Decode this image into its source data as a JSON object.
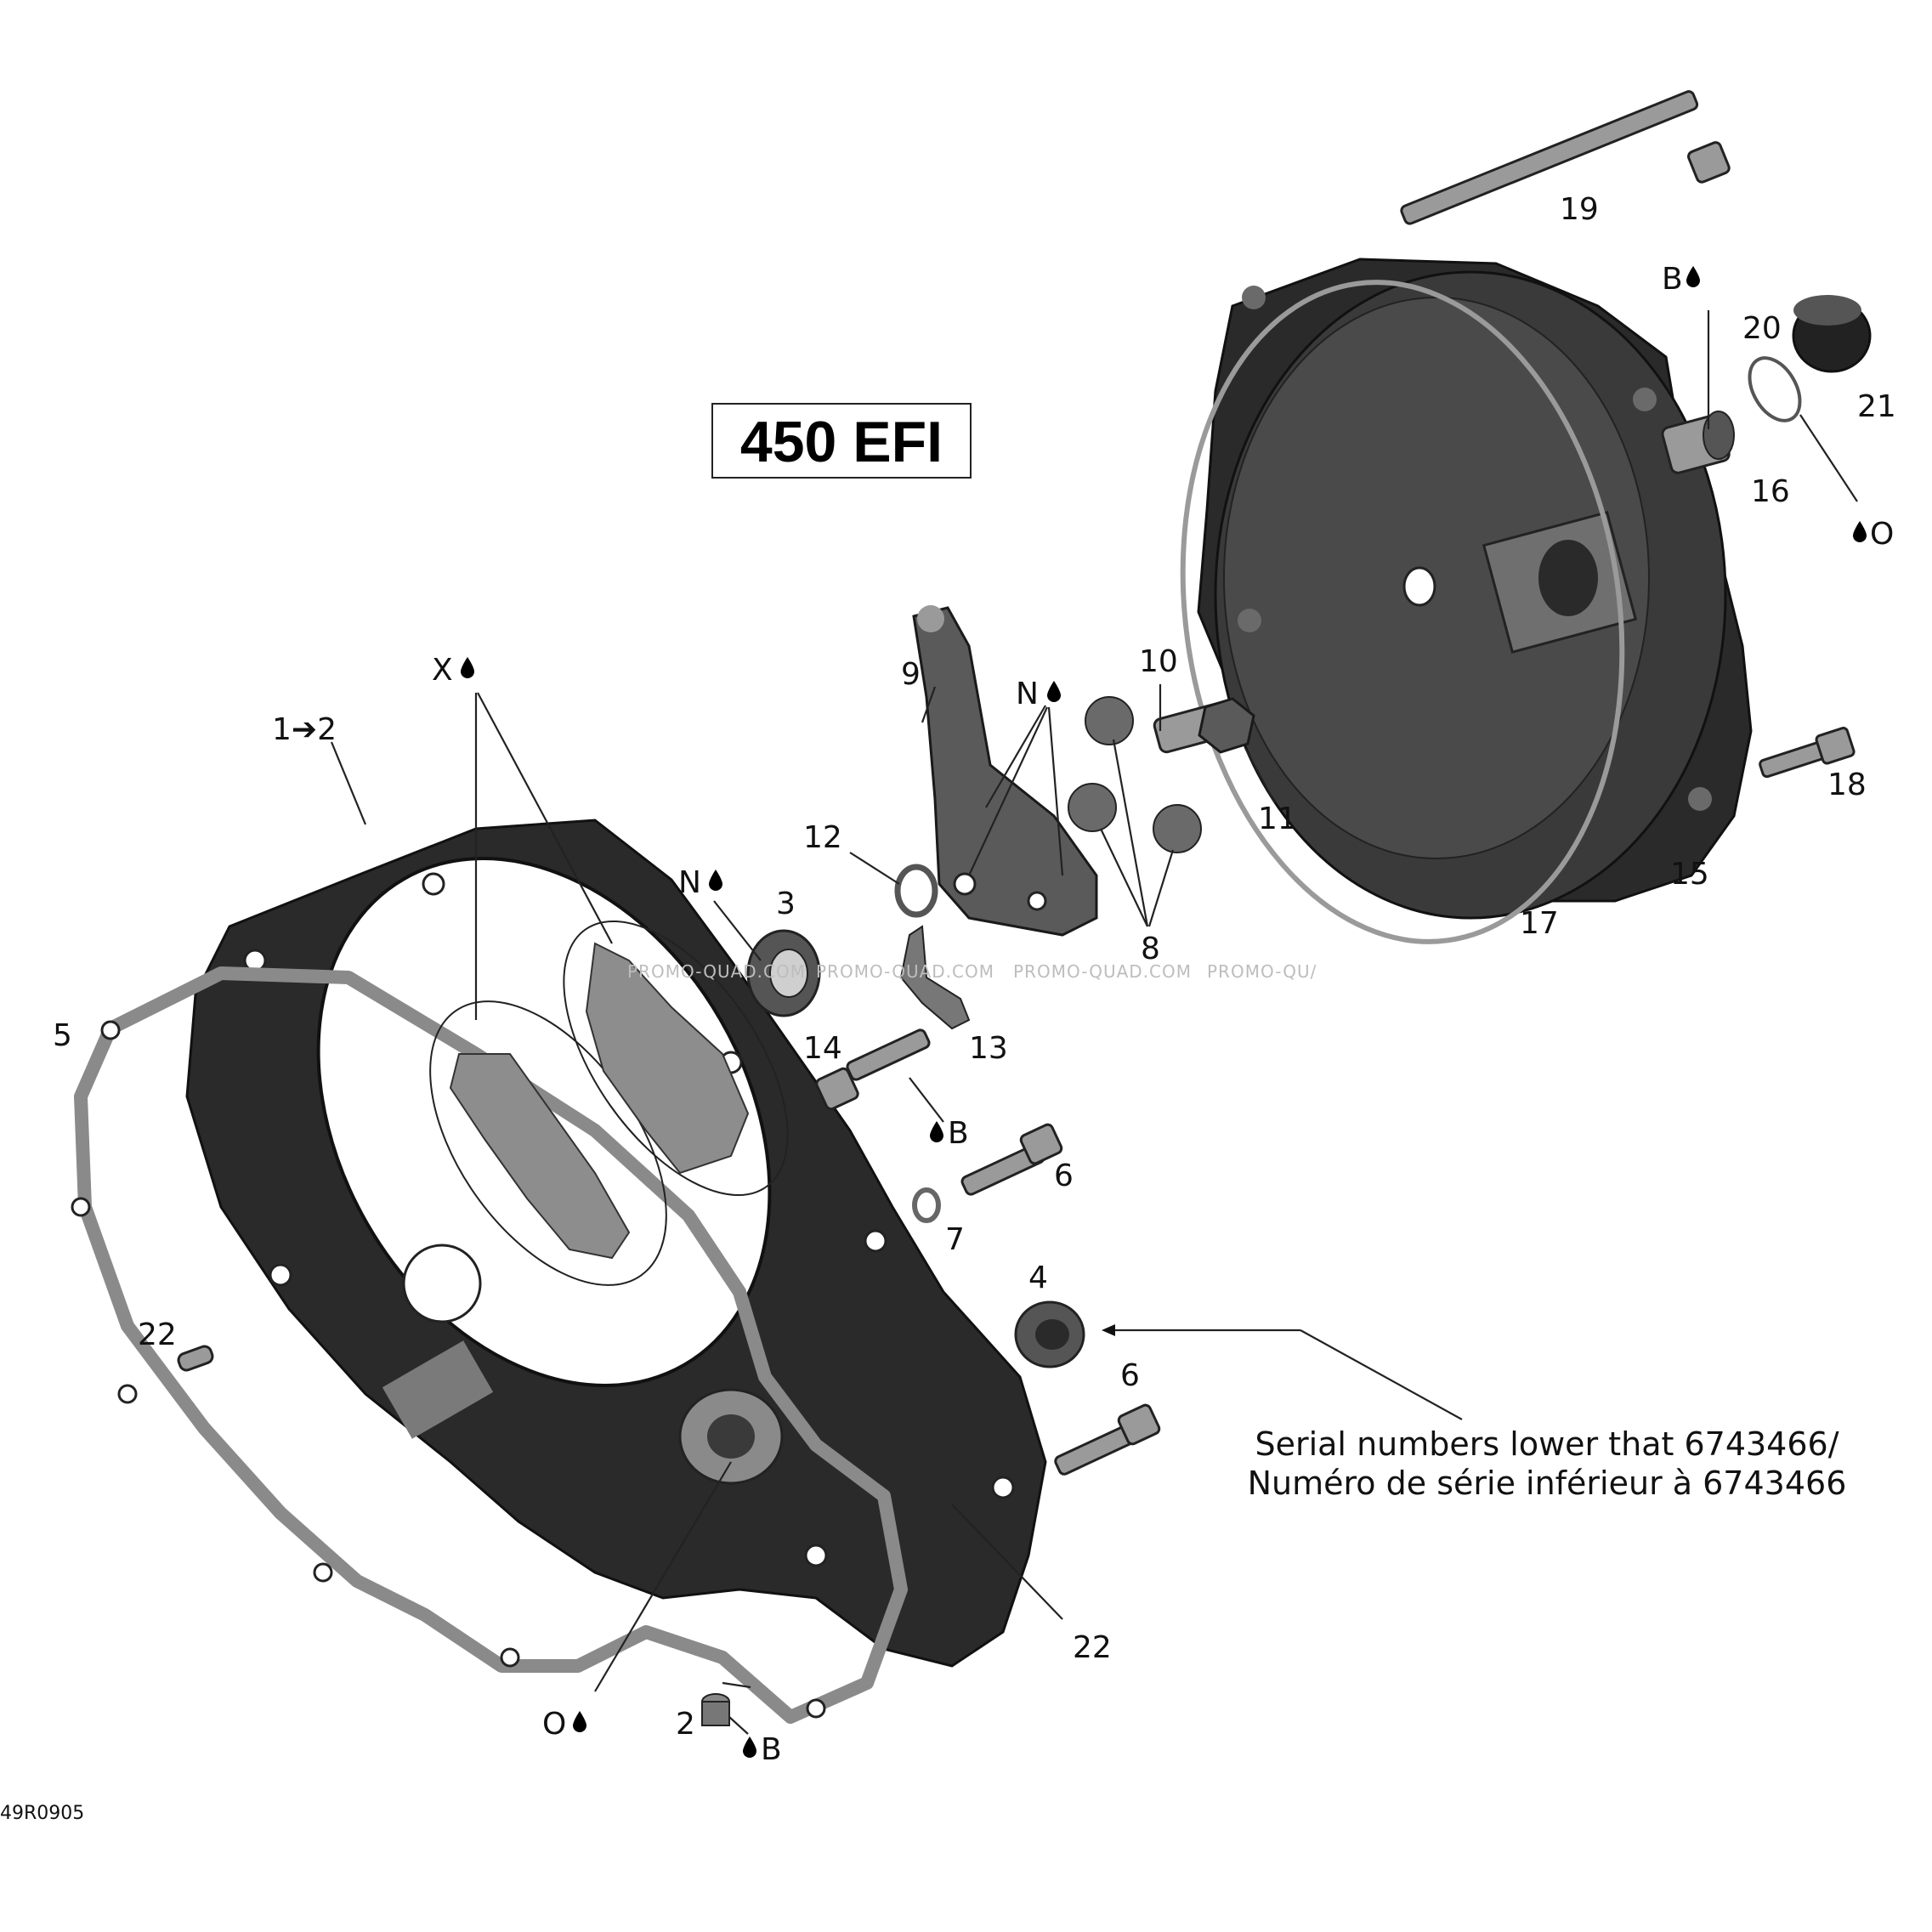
{
  "title": "450 EFI",
  "figure_code": "49R0905",
  "watermark": [
    "PROMO-QUAD.COM",
    "PROMO-QUAD.COM",
    "PROMO-QUAD.COM",
    "PROMO-QU/"
  ],
  "note": {
    "line1": "Serial numbers lower that 6743466/",
    "line2": "Numéro de série inférieur à 6743466"
  },
  "callouts": {
    "c1": "1➔2",
    "c2": "2",
    "c3": "3",
    "c4": "4",
    "c5": "5",
    "c6a": "6",
    "c6b": "6",
    "c7": "7",
    "c8": "8",
    "c9": "9",
    "c10": "10",
    "c11": "11",
    "c12": "12",
    "c13": "13",
    "c14": "14",
    "c15": "15",
    "c16": "16",
    "c17": "17",
    "c18": "18",
    "c19": "19",
    "c20": "20",
    "c21": "21",
    "c22a": "22",
    "c22b": "22"
  },
  "lubricant_tags": {
    "x_top": "X",
    "n_left": "N",
    "n_mid": "N",
    "b_14": "B",
    "b_16": "B",
    "o_20": "O",
    "o_bottom": "O",
    "b_bottom": "B"
  },
  "icons": [
    "oil-drop-icon"
  ]
}
